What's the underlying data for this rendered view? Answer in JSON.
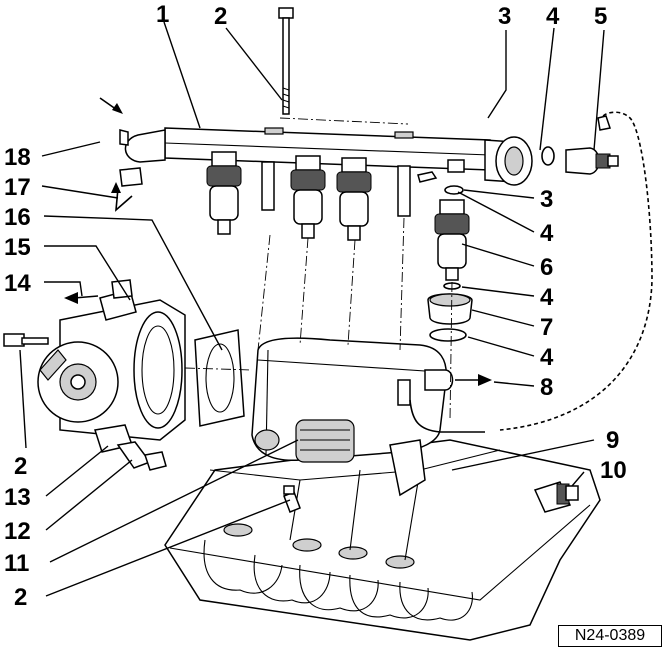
{
  "diagram": {
    "callouts": [
      {
        "id": "c1",
        "text": "1"
      },
      {
        "id": "c2a",
        "text": "2"
      },
      {
        "id": "c3a",
        "text": "3"
      },
      {
        "id": "c4a",
        "text": "4"
      },
      {
        "id": "c5",
        "text": "5"
      },
      {
        "id": "c18",
        "text": "18"
      },
      {
        "id": "c17",
        "text": "17"
      },
      {
        "id": "c16",
        "text": "16"
      },
      {
        "id": "c15",
        "text": "15"
      },
      {
        "id": "c14",
        "text": "14"
      },
      {
        "id": "c3b",
        "text": "3"
      },
      {
        "id": "c4b",
        "text": "4"
      },
      {
        "id": "c6",
        "text": "6"
      },
      {
        "id": "c4c",
        "text": "4"
      },
      {
        "id": "c7",
        "text": "7"
      },
      {
        "id": "c4d",
        "text": "4"
      },
      {
        "id": "c8",
        "text": "8"
      },
      {
        "id": "c9",
        "text": "9"
      },
      {
        "id": "c10",
        "text": "10"
      },
      {
        "id": "c2b",
        "text": "2"
      },
      {
        "id": "c13",
        "text": "13"
      },
      {
        "id": "c12",
        "text": "12"
      },
      {
        "id": "c11",
        "text": "11"
      },
      {
        "id": "c2c",
        "text": "2"
      }
    ],
    "reference_code": "N24-0389"
  }
}
